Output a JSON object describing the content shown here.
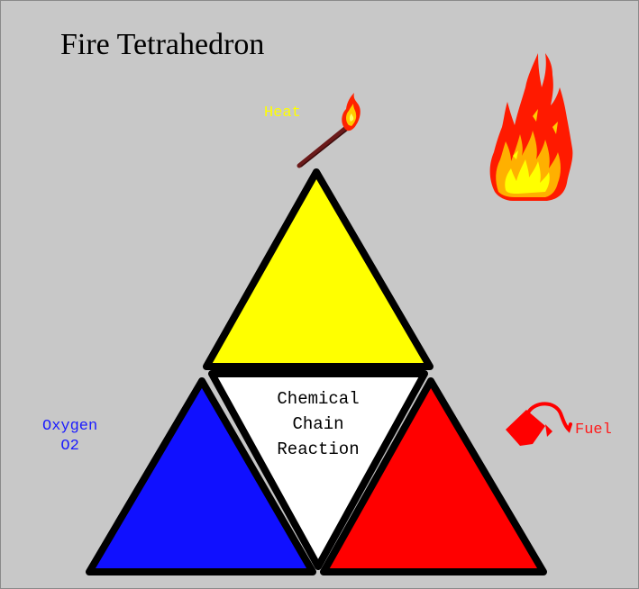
{
  "title": "Fire Tetrahedron",
  "labels": {
    "heat": "Heat",
    "oxygen_line1": "Oxygen",
    "oxygen_line2": "O2",
    "fuel": "Fuel",
    "center_line1": "Chemical",
    "center_line2": "Chain",
    "center_line3": "Reaction"
  },
  "colors": {
    "background": "#c8c8c8",
    "heat": "#ffff00",
    "oxygen": "#1010ff",
    "fuel": "#ff0000",
    "chemical_chain_reaction": "#ffffff",
    "outline": "#000000",
    "heat_label": "#ffff00",
    "oxygen_label": "#1a1aff",
    "fuel_label": "#ff1a1a"
  },
  "icons": {
    "heat": "match-icon",
    "fuel": "fuel-can-icon",
    "fire": "flame-icon"
  }
}
